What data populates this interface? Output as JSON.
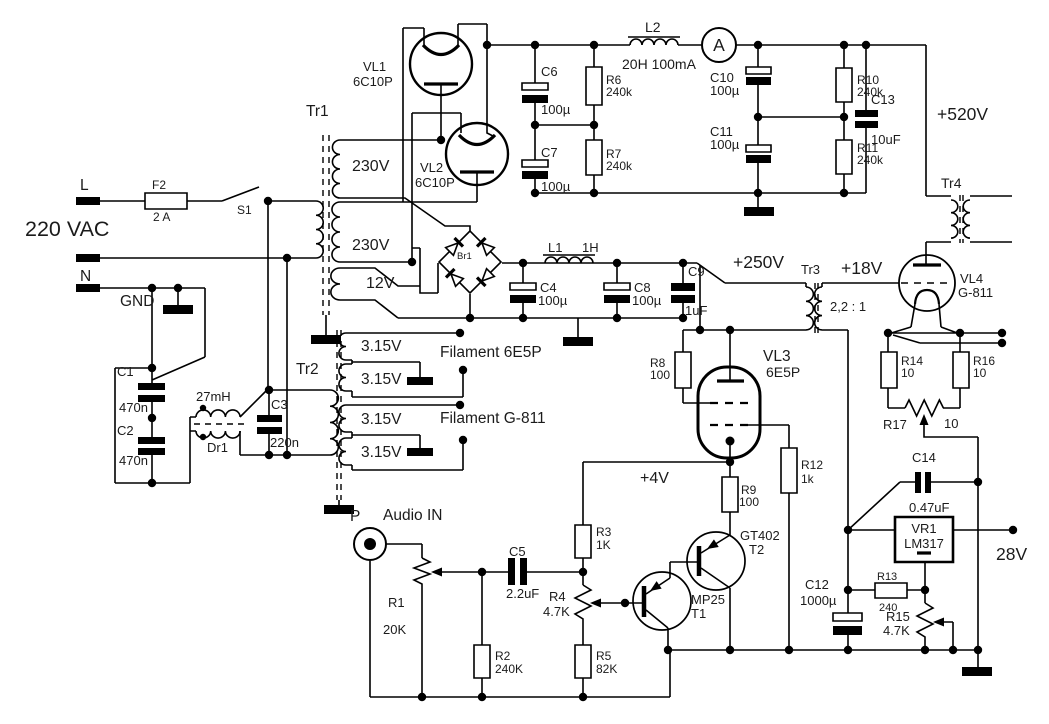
{
  "title": "Tube amplifier power supply schematic",
  "t": {
    "l": "L",
    "n": "N",
    "gnd": "GND",
    "vac": "220 VAC",
    "f2": "F2",
    "f2_v": "2 A",
    "s1": "S1",
    "tr1": "Tr1",
    "tr1_s1": "230V",
    "tr1_s2": "230V",
    "tr1_s3": "12V",
    "vl1": "VL1",
    "vl1_v": "6C10P",
    "vl2": "VL2",
    "vl2_v": "6C10P",
    "c6": "C6",
    "c6_v": "100µ",
    "c7": "C7",
    "c7_v": "100µ",
    "r6": "R6",
    "r6_v": "240k",
    "r7": "R7",
    "r7_v": "240k",
    "l2": "L2",
    "l2_v": "20H 100mA",
    "ammeter": "A",
    "c10": "C10",
    "c10_v": "100µ",
    "c11": "C11",
    "c11_v": "100µ",
    "r10": "R10",
    "r10_v": "240k",
    "r11": "R11",
    "r11_v": "240k",
    "c13": "C13",
    "c13_v": "10uF",
    "v520": "+520V",
    "tr4": "Tr4",
    "vl4": "VL4",
    "vl4_v": "G-811",
    "br1": "Br1",
    "l1": "L1",
    "l1_v": "1H",
    "c4": "C4",
    "c4_v": "100µ",
    "c8": "C8",
    "c8_v": "100µ",
    "c9": "C9",
    "c9_v": "1uF",
    "v250": "+250V",
    "tr3": "Tr3",
    "tr3_ratio": "2,2 : 1",
    "v18": "+18V",
    "r8": "R8",
    "r8_v": "100",
    "vl3": "VL3",
    "vl3_v": "6E5P",
    "r9": "R9",
    "r9_v": "100",
    "r12": "R12",
    "r12_v": "1k",
    "v4": "+4V",
    "r14": "R14",
    "r14_v": "10",
    "r16": "R16",
    "r16_v": "10",
    "r17": "R17",
    "r17_v": "10",
    "c14": "C14",
    "c14_v": "0.47uF",
    "vr1": "VR1",
    "vr1_v": "LM317",
    "v28": "28V",
    "r13": "R13",
    "r13_v": "240",
    "r15": "R15",
    "r15_v": "4.7K",
    "c12": "C12",
    "c12_v": "1000µ",
    "tr2": "Tr2",
    "w1": "3.15V",
    "w2": "3.15V",
    "w3": "3.15V",
    "w4": "3.15V",
    "fil1": "Filament 6E5P",
    "fil2": "Filament G-811",
    "c1": "C1",
    "c1_v": "470n",
    "c2": "C2",
    "c2_v": "470n",
    "dr1": "Dr1",
    "dr1_v": "27mH",
    "c3": "C3",
    "c3_v": "220n",
    "p": "P",
    "audio_in": "Audio IN",
    "r1": "R1",
    "r1_v": "20K",
    "c5": "C5",
    "c5_v": "2.2uF",
    "r2": "R2",
    "r2_v": "240K",
    "r3": "R3",
    "r3_v": "1K",
    "r4": "R4",
    "r4_v": "4.7K",
    "r5": "R5",
    "r5_v": "82K",
    "t1": "T1",
    "t1_v": "MP25",
    "t2": "T2",
    "t2_v": "GT402"
  }
}
